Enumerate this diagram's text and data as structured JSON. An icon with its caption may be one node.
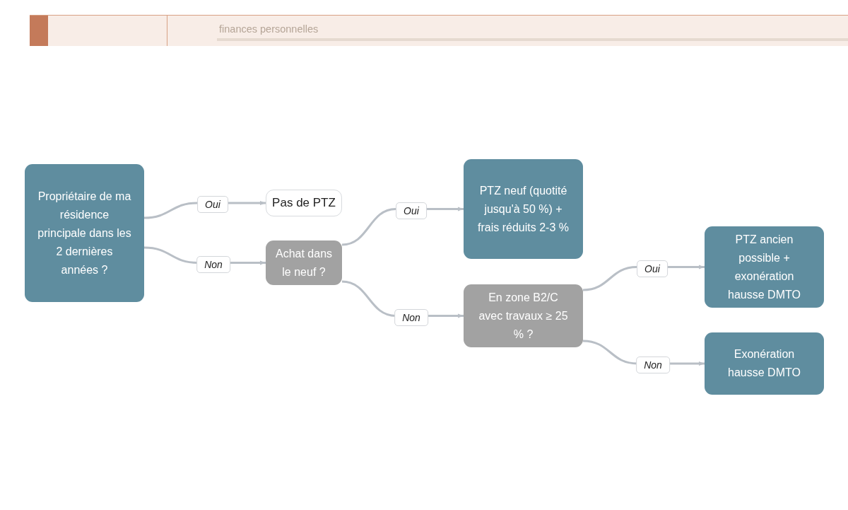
{
  "diagram": {
    "nodes": [
      {
        "text": [
          "Propriétaire de ma résidence principale dans les 2 dernières années ?"
        ]
      },
      {
        "text": [
          "Pas de PTZ"
        ]
      },
      {
        "text": [
          "Achat dans le neuf ?"
        ]
      },
      {
        "text": [
          "PTZ neuf (quotité jusqu'à 50 %) + frais réduits 2-3 %"
        ]
      },
      {
        "text": [
          "En zone B2/C avec travaux ≥ 25 % ?"
        ]
      },
      {
        "text": [
          "PTZ ancien possible + exonération hausse DMTO"
        ]
      },
      {
        "text": [
          "Exonération hausse DMTO"
        ]
      }
    ],
    "edges": [
      {
        "from": 0,
        "to": 1,
        "arrow": "to",
        "label": "Oui"
      },
      {
        "from": 0,
        "to": 2,
        "arrow": "to",
        "label": "Non"
      },
      {
        "from": 2,
        "to": 3,
        "arrow": "to",
        "label": "Oui"
      },
      {
        "from": 2,
        "to": 4,
        "arrow": "to",
        "label": "Non"
      },
      {
        "from": 4,
        "to": 5,
        "arrow": "to",
        "label": "Oui"
      },
      {
        "from": 4,
        "to": 6,
        "arrow": "to",
        "label": "Non"
      }
    ],
    "labels": [
      "finances personnelles"
    ]
  }
}
